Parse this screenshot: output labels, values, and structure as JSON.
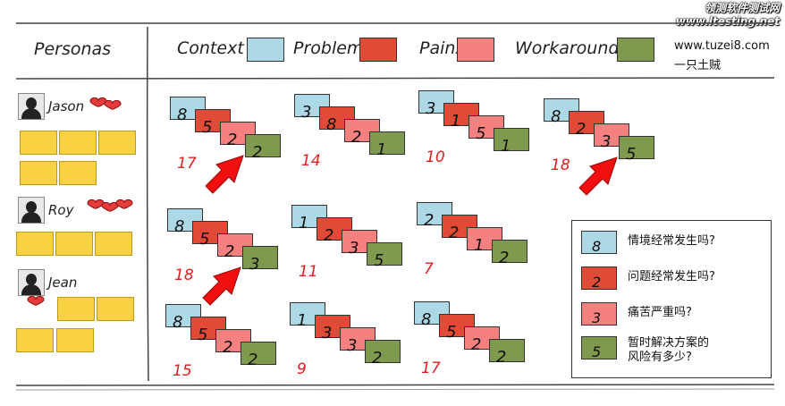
{
  "watermark": {
    "line1": "领测软件测试网",
    "line2": "www.ltesting.net"
  },
  "header": {
    "personas_title": "Personas",
    "legend": [
      {
        "label": "Context",
        "color": "#add8e6"
      },
      {
        "label": "Problem",
        "color": "#e04a36"
      },
      {
        "label": "Pains",
        "color": "#f48080"
      },
      {
        "label": "Workaround",
        "color": "#7f9a4e"
      }
    ],
    "credit_url": "www.tuzei8.com",
    "credit_author": "一只土贼"
  },
  "personas": [
    {
      "name": "Jason",
      "hearts": 2
    },
    {
      "name": "Roy",
      "hearts": 3
    },
    {
      "name": "Jean",
      "hearts": 1
    }
  ],
  "grid": [
    {
      "scores": [
        8,
        5,
        2,
        2
      ],
      "total": "17",
      "arrow": true
    },
    {
      "scores": [
        3,
        8,
        2,
        1
      ],
      "total": "14",
      "arrow": false
    },
    {
      "scores": [
        3,
        1,
        5,
        1
      ],
      "total": "10",
      "arrow": false
    },
    {
      "scores": [
        8,
        2,
        3,
        5
      ],
      "total": "18",
      "arrow": true
    },
    {
      "scores": [
        8,
        5,
        2,
        3
      ],
      "total": "18",
      "arrow": true
    },
    {
      "scores": [
        1,
        2,
        3,
        5
      ],
      "total": "11",
      "arrow": false
    },
    {
      "scores": [
        2,
        2,
        1,
        2
      ],
      "total": "7",
      "arrow": false
    },
    {
      "scores": [
        8,
        5,
        2,
        2
      ],
      "total": "15",
      "arrow": false
    },
    {
      "scores": [
        1,
        3,
        3,
        2
      ],
      "total": "9",
      "arrow": false
    },
    {
      "scores": [
        8,
        5,
        2,
        2
      ],
      "total": "17",
      "arrow": false
    }
  ],
  "key": [
    {
      "num": "8",
      "text": "情境经常发生吗?"
    },
    {
      "num": "2",
      "text": "问题经常发生吗?"
    },
    {
      "num": "3",
      "text": "痛苦严重吗?"
    },
    {
      "num": "5",
      "text": "暂时解决方案的\n风险有多少?"
    }
  ]
}
